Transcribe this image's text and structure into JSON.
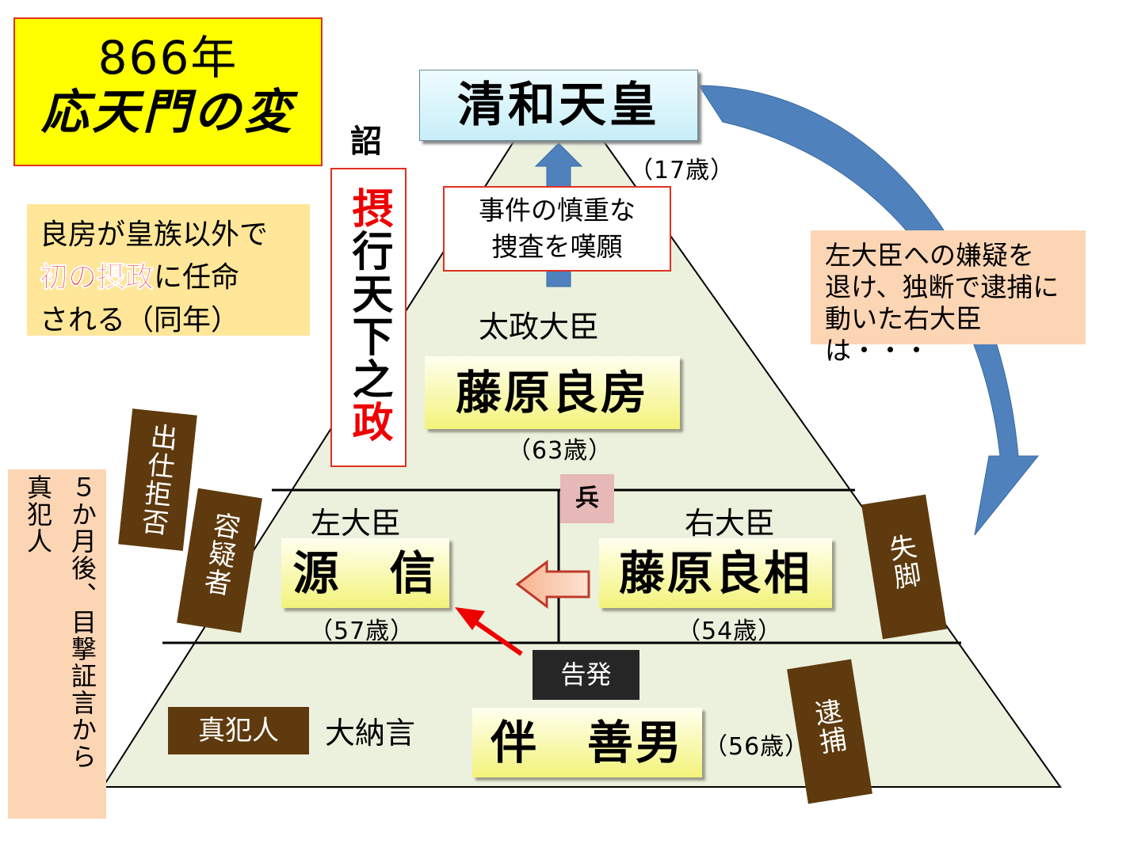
{
  "title": {
    "year": "866年",
    "name": "応天門の変"
  },
  "note_regent": {
    "line1": "良房が皇族以外で",
    "emph": "初の摂政",
    "line2_rest": "に任命",
    "line3": "される（同年）"
  },
  "note_suspicion": {
    "line1": "左大臣への嫌疑を",
    "line2": "退け、独断で逮捕に",
    "line3": "動いた右大臣は・・・"
  },
  "note_culprit": {
    "col1": "真犯人",
    "col2": "５か月後、目撃証言から"
  },
  "decree": {
    "label": "詔",
    "char1": "摂",
    "middle": "行天下之",
    "char_last": "政"
  },
  "emperor": {
    "name": "清和天皇",
    "age": "（17歳）"
  },
  "petition": {
    "line1": "事件の慎重な",
    "line2": "捜査を嘆願"
  },
  "daijodaijin": {
    "title": "太政大臣",
    "name": "藤原良房",
    "age": "（63歳）"
  },
  "sadaijin": {
    "title": "左大臣",
    "name": "源　信",
    "age": "（57歳）"
  },
  "udaijin": {
    "title": "右大臣",
    "name": "藤原良相",
    "age": "（54歳）"
  },
  "dainagon": {
    "title": "大納言",
    "name": "伴　善男",
    "age": "（56歳）"
  },
  "labels": {
    "refuse": "出仕拒否",
    "suspect": "容疑者",
    "soldiers": "兵",
    "downfall": "失脚",
    "accusation": "告発",
    "arrest": "逮捕",
    "true_culprit": "真犯人"
  },
  "colors": {
    "pyramid_fill": "#ebf1dd",
    "title_bg": "#ffff00",
    "note_peach": "#fcd5b4",
    "note_yellow": "#ffe699",
    "label_brown": "#5e3a0e",
    "arrow_blue": "#4f81bd",
    "accent_red": "#ee0000"
  }
}
